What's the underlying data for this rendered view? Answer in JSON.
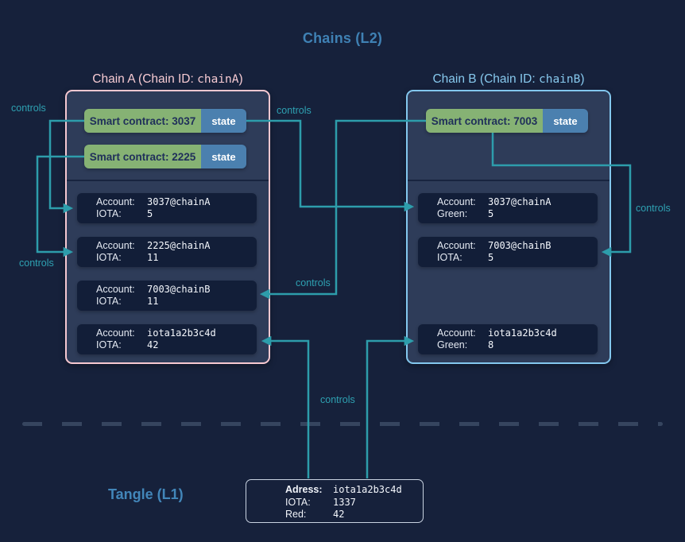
{
  "header": {
    "title": "Chains (L2)"
  },
  "footer": {
    "title": "Tangle (L1)"
  },
  "edge_label": "controls",
  "chain_a": {
    "title": {
      "prefix": "Chain A (Chain ID: ",
      "id": "chainA",
      "suffix": ")"
    },
    "contracts": [
      {
        "name": "Smart contract: 3037",
        "state_label": "state"
      },
      {
        "name": "Smart contract: 2225",
        "state_label": "state"
      }
    ],
    "accounts": [
      {
        "label1": "Account:",
        "value1": "3037@chainA",
        "label2": "IOTA:",
        "value2": "5"
      },
      {
        "label1": "Account:",
        "value1": "2225@chainA",
        "label2": "IOTA:",
        "value2": "11"
      },
      {
        "label1": "Account:",
        "value1": "7003@chainB",
        "label2": "IOTA:",
        "value2": "11"
      },
      {
        "label1": "Account:",
        "value1": "iota1a2b3c4d",
        "label2": "IOTA:",
        "value2": "42"
      }
    ]
  },
  "chain_b": {
    "title": {
      "prefix": "Chain B (Chain ID: ",
      "id": "chainB",
      "suffix": ")"
    },
    "contracts": [
      {
        "name": "Smart contract: 7003",
        "state_label": "state"
      }
    ],
    "accounts": [
      {
        "label1": "Account:",
        "value1": "3037@chainA",
        "label2": "Green:",
        "value2": "5"
      },
      {
        "label1": "Account:",
        "value1": "7003@chainB",
        "label2": "IOTA:",
        "value2": "5"
      },
      {
        "label1": "Account:",
        "value1": "iota1a2b3c4d",
        "label2": "Green:",
        "value2": "8"
      }
    ]
  },
  "l1_address_card": {
    "rows": [
      {
        "label": "Adress:",
        "value": "iota1a2b3c4d"
      },
      {
        "label": "IOTA:",
        "value": "1337"
      },
      {
        "label": "Red:",
        "value": "42"
      }
    ]
  },
  "colors": {
    "background": "#16213B",
    "chain_panel": "#2E3C59",
    "account_card": "#121E38",
    "chain_a_border": "#F6C8D1",
    "chain_b_border": "#83C7EE",
    "contract_green": "#86B274",
    "state_blue": "#4B80AF",
    "edge_teal": "#2D9DAB",
    "heading_blue": "#3F81B4"
  }
}
